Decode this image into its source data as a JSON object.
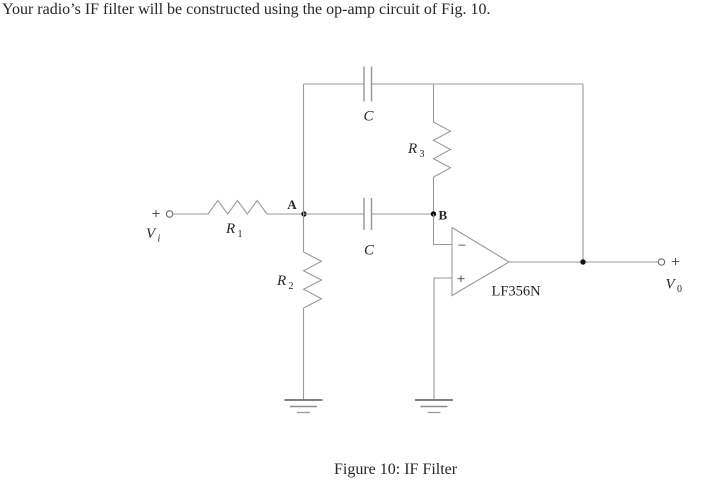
{
  "colors": {
    "wire": "#9a9a9a",
    "ink": "#262626",
    "node": "#111111"
  },
  "intro": {
    "text": "Your radio’s IF filter will be constructed using the op-amp circuit of Fig. 10."
  },
  "caption": {
    "text": "Figure 10: IF Filter"
  },
  "circuit": {
    "input": {
      "plus": "+",
      "v_main": "V",
      "v_sub": "i"
    },
    "output": {
      "plus": "+",
      "v_main": "V",
      "v_sub": "0"
    },
    "resistors": {
      "r1_main": "R",
      "r1_sub": "1",
      "r2_main": "R",
      "r2_sub": "2",
      "r3_main": "R",
      "r3_sub": "3"
    },
    "capacitors": {
      "top": "C",
      "mid": "C"
    },
    "nodes": {
      "a": "A",
      "b": "B"
    },
    "opamp": {
      "minus": "−",
      "plus": "+",
      "part": "LF356N"
    }
  }
}
